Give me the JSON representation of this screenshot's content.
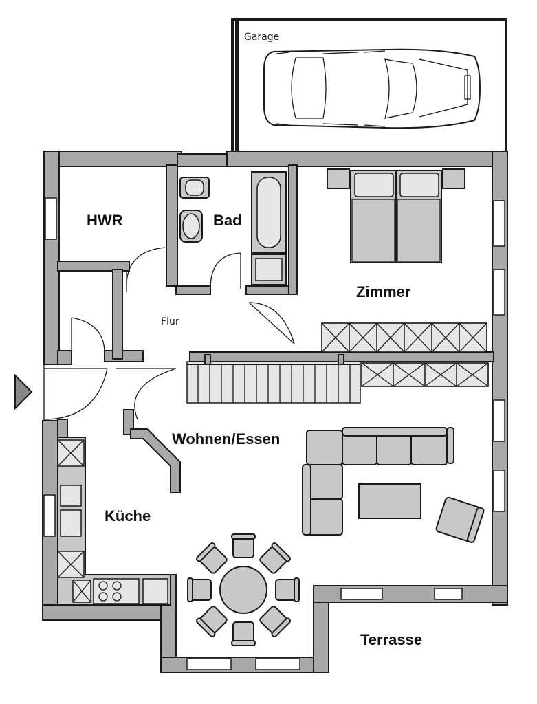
{
  "rooms": {
    "garage": "Garage",
    "hwr": "HWR",
    "bad": "Bad",
    "zimmer": "Zimmer",
    "flur": "Flur",
    "wohnen_essen": "Wohnen/Essen",
    "kueche": "Küche",
    "terrasse": "Terrasse"
  },
  "icons": {
    "entrance": "entrance-arrow-icon",
    "car": "car-icon"
  },
  "colors": {
    "wall": "#a9a9a9",
    "furniture": "#c8c8c8",
    "ink": "#1a1a1a"
  }
}
